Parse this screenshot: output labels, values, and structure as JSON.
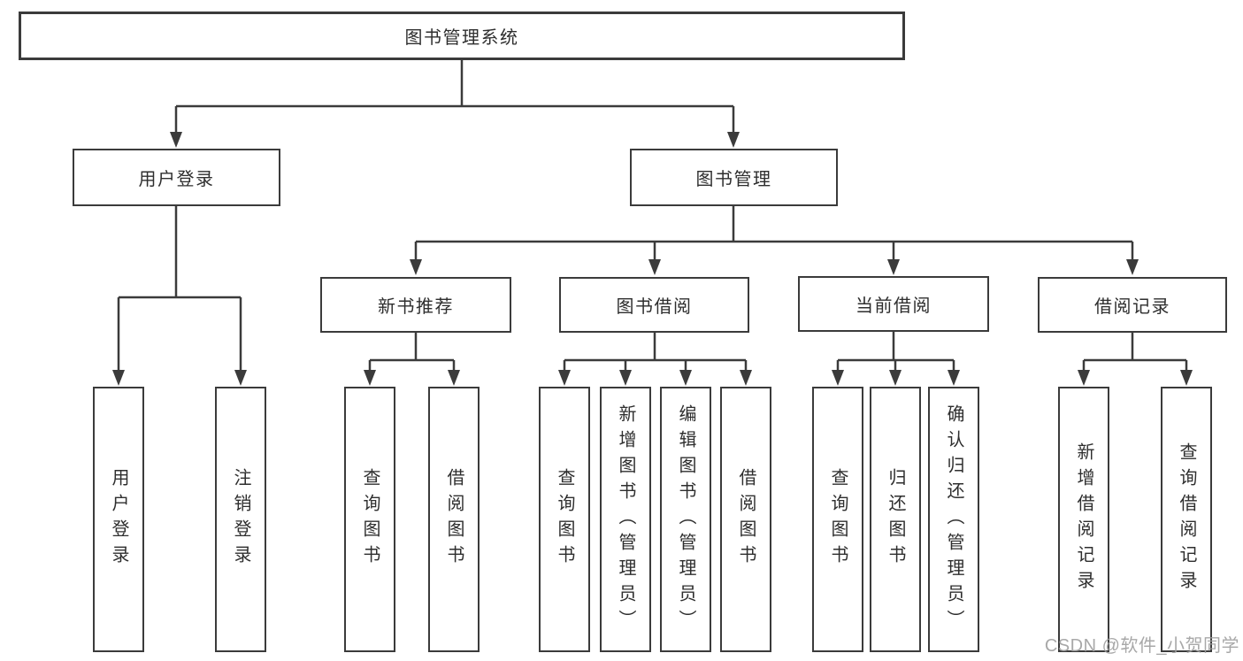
{
  "diagram": {
    "type": "tree",
    "colors": {
      "line": "#3b3b3b",
      "box_border": "#3b3b3b",
      "text": "#2e2e2e",
      "background": "#ffffff",
      "watermark": "#9e9e9e"
    },
    "watermark": "CSDN @软件_小贺同学",
    "nodes": {
      "root": {
        "label": "图书管理系统"
      },
      "level2": [
        {
          "label": "用户登录",
          "parent": "图书管理系统"
        },
        {
          "label": "图书管理",
          "parent": "图书管理系统"
        }
      ],
      "level3": [
        {
          "label": "新书推荐",
          "parent": "图书管理"
        },
        {
          "label": "图书借阅",
          "parent": "图书管理"
        },
        {
          "label": "当前借阅",
          "parent": "图书管理"
        },
        {
          "label": "借阅记录",
          "parent": "图书管理"
        }
      ],
      "leaves": [
        {
          "label": "用户登录",
          "parent": "用户登录"
        },
        {
          "label": "注销登录",
          "parent": "用户登录"
        },
        {
          "label": "查询图书",
          "parent": "新书推荐"
        },
        {
          "label": "借阅图书",
          "parent": "新书推荐"
        },
        {
          "label": "查询图书",
          "parent": "图书借阅"
        },
        {
          "label": "新增图书（管理员）",
          "parent": "图书借阅"
        },
        {
          "label": "编辑图书（管理员）",
          "parent": "图书借阅"
        },
        {
          "label": "借阅图书",
          "parent": "图书借阅"
        },
        {
          "label": "查询图书",
          "parent": "当前借阅"
        },
        {
          "label": "归还图书",
          "parent": "当前借阅"
        },
        {
          "label": "确认归还（管理员）",
          "parent": "当前借阅"
        },
        {
          "label": "新增借阅记录",
          "parent": "借阅记录"
        },
        {
          "label": "查询借阅记录",
          "parent": "借阅记录"
        }
      ]
    }
  }
}
